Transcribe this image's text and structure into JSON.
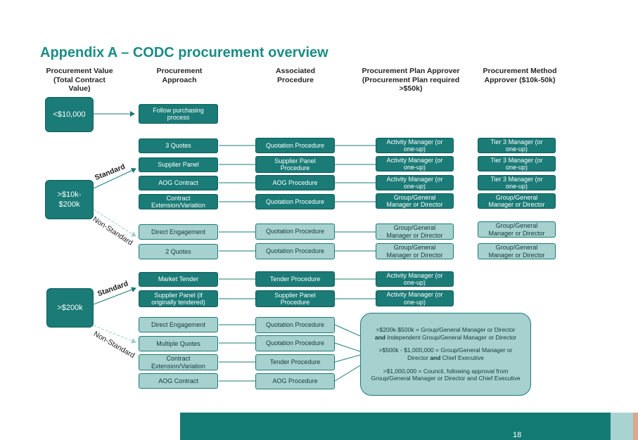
{
  "title": "Appendix A – CODC procurement overview",
  "headers": {
    "value": [
      "Procurement Value",
      "(Total Contract",
      "Value)"
    ],
    "approach": [
      "Procurement",
      "Approach"
    ],
    "procedure": [
      "Associated",
      "Procedure"
    ],
    "plan_approver": [
      "Procurement Plan Approver",
      "(Procurement Plan required",
      ">$50k)"
    ],
    "method_approver": [
      "Procurement Method",
      "Approver ($10k-50k)"
    ]
  },
  "values": {
    "v1": "<$10,000",
    "v2": [
      ">$10k-",
      "$200k"
    ],
    "v3": ">$200k"
  },
  "labels": {
    "standard": "Standard",
    "non_standard": "Non-Standard"
  },
  "tier1": {
    "approach": [
      "Follow purchasing",
      "process"
    ]
  },
  "tier2": {
    "standard": [
      {
        "approach": [
          "3 Quotes"
        ],
        "procedure": [
          "Quotation Procedure"
        ],
        "plan": [
          "Activity Manager (or",
          "one-up)"
        ],
        "method": [
          "Tier 3 Manager (or",
          "one-up)"
        ]
      },
      {
        "approach": [
          "Supplier Panel"
        ],
        "procedure": [
          "Supplier Panel",
          "Procedure"
        ],
        "plan": [
          "Activity Manager (or",
          "one-up)"
        ],
        "method": [
          "Tier 3 Manager (or",
          "one-up)"
        ]
      },
      {
        "approach": [
          "AOG Contract"
        ],
        "procedure": [
          "AOG Procedure"
        ],
        "plan": [
          "Activity Manager (or",
          "one-up)"
        ],
        "method": [
          "Tier 3 Manager (or",
          "one-up)"
        ]
      },
      {
        "approach": [
          "Contract",
          "Extension/Variation"
        ],
        "procedure": [
          "Quotation Procedure"
        ],
        "plan": [
          "Group/General",
          "Manager or Director"
        ],
        "method": [
          "Group/General",
          "Manager or Director"
        ]
      }
    ],
    "non_standard": [
      {
        "approach": [
          "Direct Engagement"
        ],
        "procedure": [
          "Quotation Procedure"
        ],
        "plan": [
          "Group/General",
          "Manager  or Director"
        ],
        "method": [
          "Group/General",
          "Manager or Director"
        ]
      },
      {
        "approach": [
          "2 Quotes"
        ],
        "procedure": [
          "Quotation Procedure"
        ],
        "plan": [
          "Group/General",
          "Manager  or Director"
        ],
        "method": [
          "Group/General",
          "Manager or Director"
        ]
      }
    ]
  },
  "tier3": {
    "standard": [
      {
        "approach": [
          "Market Tender"
        ],
        "procedure": [
          "Tender Procedure"
        ],
        "plan": [
          "Activity Manager (or",
          "one-up)"
        ]
      },
      {
        "approach": [
          "Supplier Panel (if",
          "originally tendered)"
        ],
        "procedure": [
          "Supplier Panel",
          "Procedure"
        ],
        "plan": [
          "Activity Manager (or",
          "one-up)"
        ]
      }
    ],
    "non_standard": [
      {
        "approach": [
          "Direct Engagement"
        ],
        "procedure": [
          "Quotation Procedure"
        ]
      },
      {
        "approach": [
          "Multiple Quotes"
        ],
        "procedure": [
          "Quotation Procedure"
        ]
      },
      {
        "approach": [
          "Contract",
          "Extension/Variation"
        ],
        "procedure": [
          "Tender Procedure"
        ]
      },
      {
        "approach": [
          "AOG Contract"
        ],
        "procedure": [
          "AOG Procedure"
        ]
      }
    ],
    "note": [
      {
        "pre": ">$200k-$500k = Group/General Manager or Director",
        "bold": "and",
        "post": " Independent Group/General Manager or Director"
      },
      {
        "pre": ">$500k - $1,000,000 = Group/General Manager or Director ",
        "bold": "and",
        "post": " Chief Executive"
      },
      {
        "pre": ">$1,000,000 = Council, following approval from Group/General Manager or Director and Chief Executive",
        "bold": "",
        "post": ""
      }
    ]
  },
  "page_number": "18",
  "colors": {
    "dark": "#1a7b77",
    "light": "#a6d1cf",
    "title": "#1a8c86"
  }
}
